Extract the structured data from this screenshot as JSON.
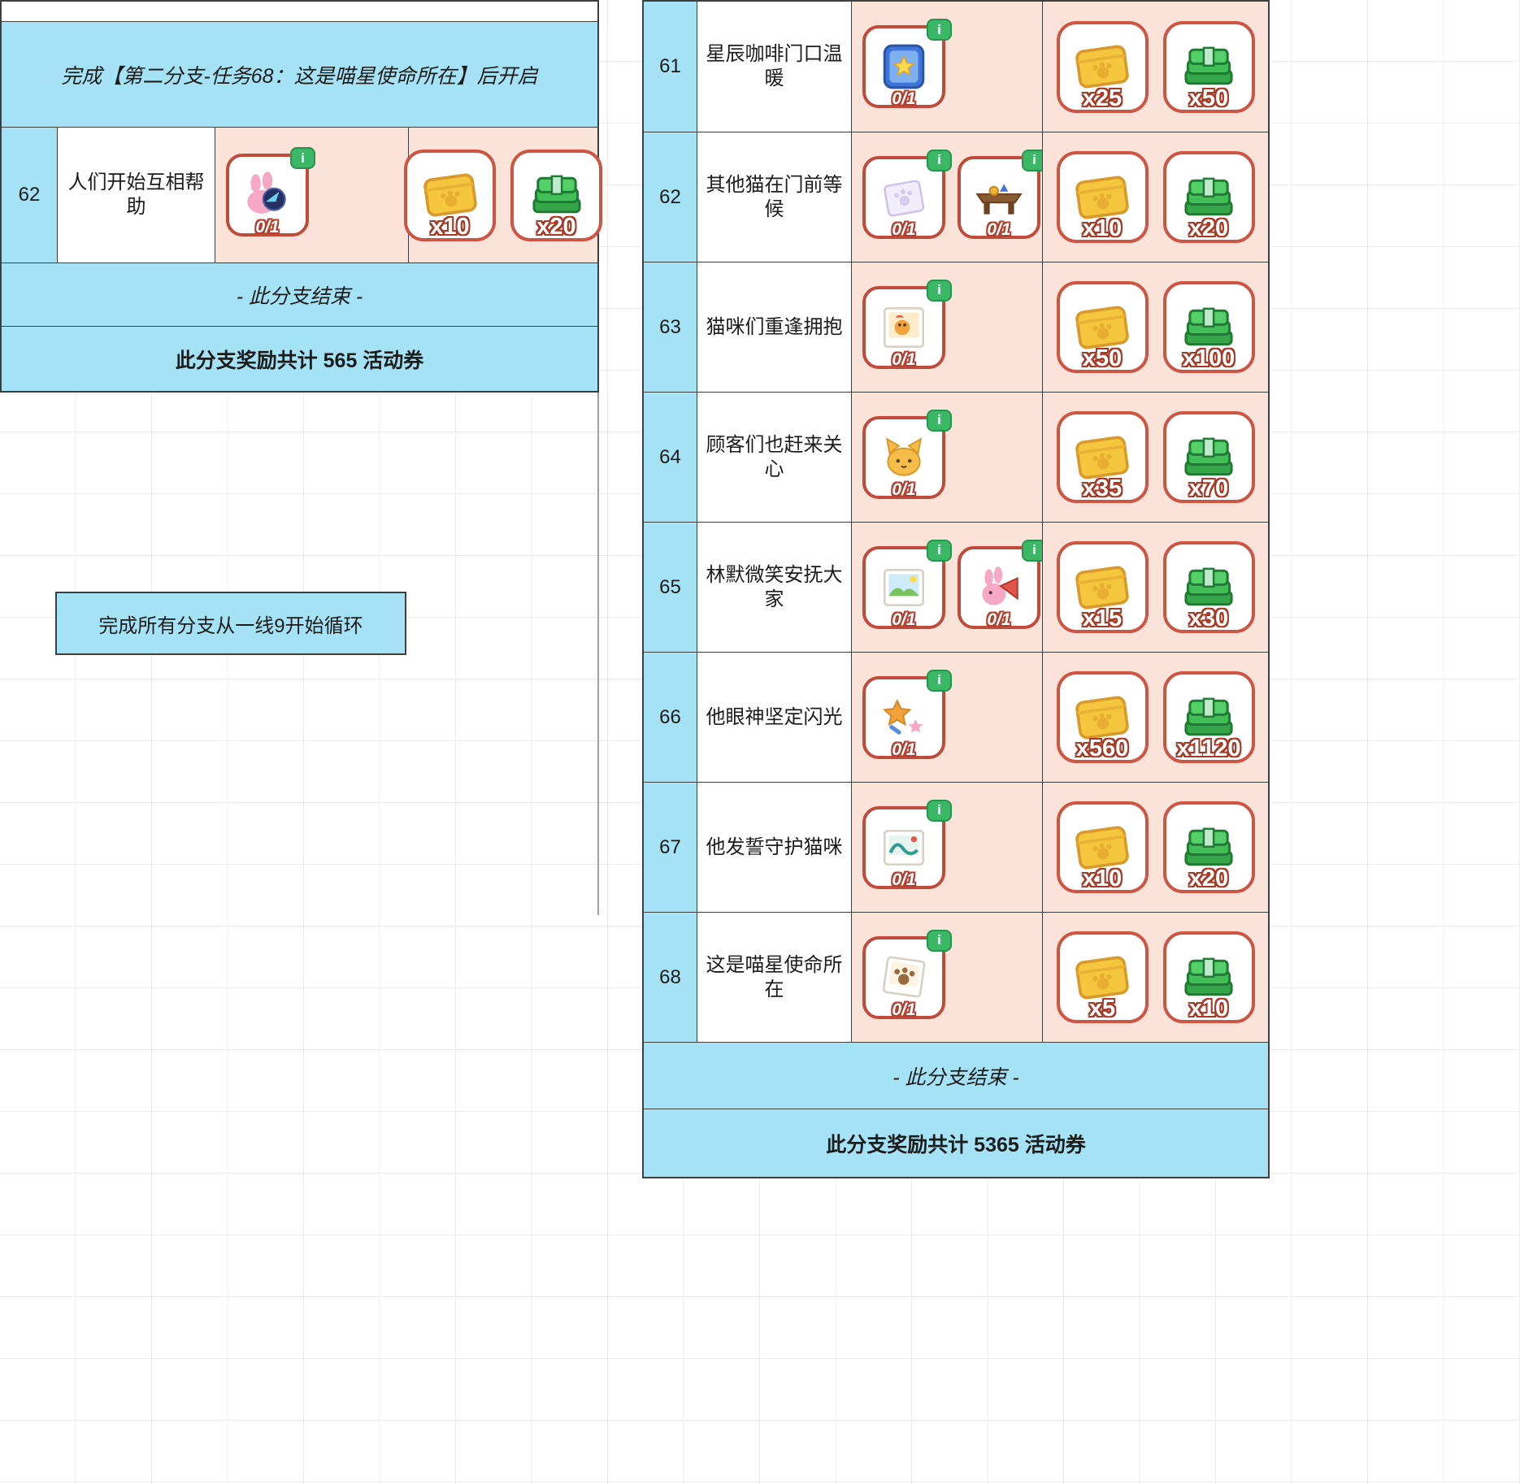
{
  "left_table": {
    "header": "完成【第二分支-任务68：这是喵星使命所在】后开启",
    "rows": [
      {
        "num": "62",
        "name": "人们开始互相帮助",
        "tasks": [
          {
            "icon": "bunny-portal",
            "progress": "0/1"
          }
        ],
        "rewards": [
          {
            "icon": "ticket",
            "count": "x10"
          },
          {
            "icon": "money",
            "count": "x20"
          }
        ]
      }
    ],
    "end_text": "- 此分支结束 -",
    "total_text": "此分支奖励共计 565  活动券",
    "loop_note": "完成所有分支从一线9开始循环"
  },
  "right_table": {
    "rows": [
      {
        "num": "61",
        "name": "星辰咖啡门口温暖",
        "tasks": [
          {
            "icon": "blue-journal",
            "progress": "0/1"
          }
        ],
        "rewards": [
          {
            "icon": "ticket",
            "count": "x25"
          },
          {
            "icon": "money",
            "count": "x50"
          }
        ]
      },
      {
        "num": "62",
        "name": "其他猫在门前等候",
        "tasks": [
          {
            "icon": "paw-letter",
            "progress": "0/1"
          },
          {
            "icon": "wooden-table",
            "progress": "0/1"
          }
        ],
        "rewards": [
          {
            "icon": "ticket",
            "count": "x10"
          },
          {
            "icon": "money",
            "count": "x20"
          }
        ]
      },
      {
        "num": "63",
        "name": "猫咪们重逢拥抱",
        "tasks": [
          {
            "icon": "photo-character",
            "progress": "0/1"
          }
        ],
        "rewards": [
          {
            "icon": "ticket",
            "count": "x50"
          },
          {
            "icon": "money",
            "count": "x100"
          }
        ]
      },
      {
        "num": "64",
        "name": "顾客们也赶来关心",
        "tasks": [
          {
            "icon": "cat-face",
            "progress": "0/1"
          }
        ],
        "rewards": [
          {
            "icon": "ticket",
            "count": "x35"
          },
          {
            "icon": "money",
            "count": "x70"
          }
        ]
      },
      {
        "num": "65",
        "name": "林默微笑安抚大家",
        "tasks": [
          {
            "icon": "photo-landscape",
            "progress": "0/1"
          },
          {
            "icon": "bunny-megaphone",
            "progress": "0/1"
          }
        ],
        "rewards": [
          {
            "icon": "ticket",
            "count": "x15"
          },
          {
            "icon": "money",
            "count": "x30"
          }
        ]
      },
      {
        "num": "66",
        "name": "他眼神坚定闪光",
        "tasks": [
          {
            "icon": "stars-trinkets",
            "progress": "0/1"
          }
        ],
        "rewards": [
          {
            "icon": "ticket",
            "count": "x560"
          },
          {
            "icon": "money",
            "count": "x1120"
          }
        ]
      },
      {
        "num": "67",
        "name": "他发誓守护猫咪",
        "tasks": [
          {
            "icon": "postcard-teal",
            "progress": "0/1"
          }
        ],
        "rewards": [
          {
            "icon": "ticket",
            "count": "x10"
          },
          {
            "icon": "money",
            "count": "x20"
          }
        ]
      },
      {
        "num": "68",
        "name": "这是喵星使命所在",
        "tasks": [
          {
            "icon": "photo-paw",
            "progress": "0/1"
          }
        ],
        "rewards": [
          {
            "icon": "ticket",
            "count": "x5"
          },
          {
            "icon": "money",
            "count": "x10"
          }
        ]
      }
    ],
    "end_text": "- 此分支结束 -",
    "total_text": "此分支奖励共计 5365 活动券"
  },
  "colors": {
    "cyan_fill": "#a6e2f5",
    "pink_fill": "#fbe3da",
    "tile_border": "#c14b3b",
    "badge_green": "#3cb767",
    "ticket_yellow": "#f6c63e",
    "money_green": "#43bd58"
  }
}
